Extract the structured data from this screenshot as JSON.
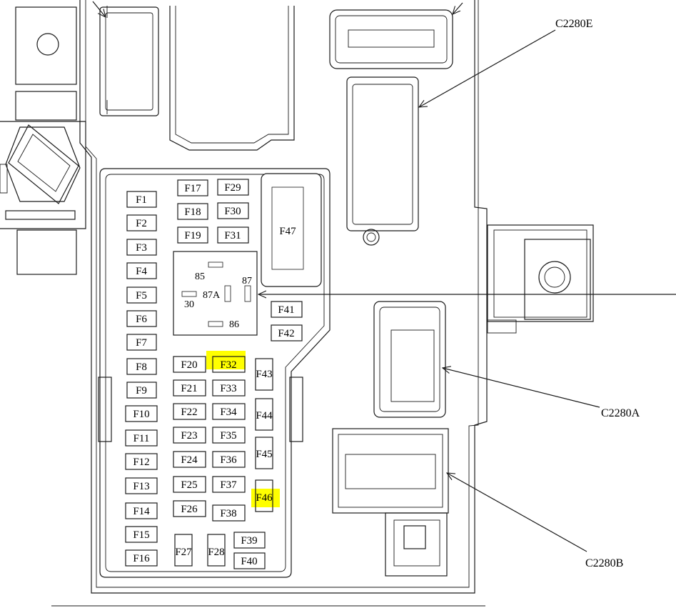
{
  "fuses": {
    "f1": "F1",
    "f2": "F2",
    "f3": "F3",
    "f4": "F4",
    "f5": "F5",
    "f6": "F6",
    "f7": "F7",
    "f8": "F8",
    "f9": "F9",
    "f10": "F10",
    "f11": "F11",
    "f12": "F12",
    "f13": "F13",
    "f14": "F14",
    "f15": "F15",
    "f16": "F16",
    "f17": "F17",
    "f18": "F18",
    "f19": "F19",
    "f20": "F20",
    "f21": "F21",
    "f22": "F22",
    "f23": "F23",
    "f24": "F24",
    "f25": "F25",
    "f26": "F26",
    "f27": "F27",
    "f28": "F28",
    "f29": "F29",
    "f30": "F30",
    "f31": "F31",
    "f32": "F32",
    "f33": "F33",
    "f34": "F34",
    "f35": "F35",
    "f36": "F36",
    "f37": "F37",
    "f38": "F38",
    "f39": "F39",
    "f40": "F40",
    "f41": "F41",
    "f42": "F42",
    "f43": "F43",
    "f44": "F44",
    "f45": "F45",
    "f46": "F46",
    "f47": "F47"
  },
  "relay": {
    "pin85": "85",
    "pin87": "87",
    "pin87a": "87A",
    "pin30": "30",
    "pin86": "86"
  },
  "connectors": {
    "c2280e": "C2280E",
    "c2280a": "C2280A",
    "c2280b": "C2280B"
  },
  "highlight_color": "#ffff00",
  "highlighted_fuses": [
    "F32",
    "F46"
  ]
}
